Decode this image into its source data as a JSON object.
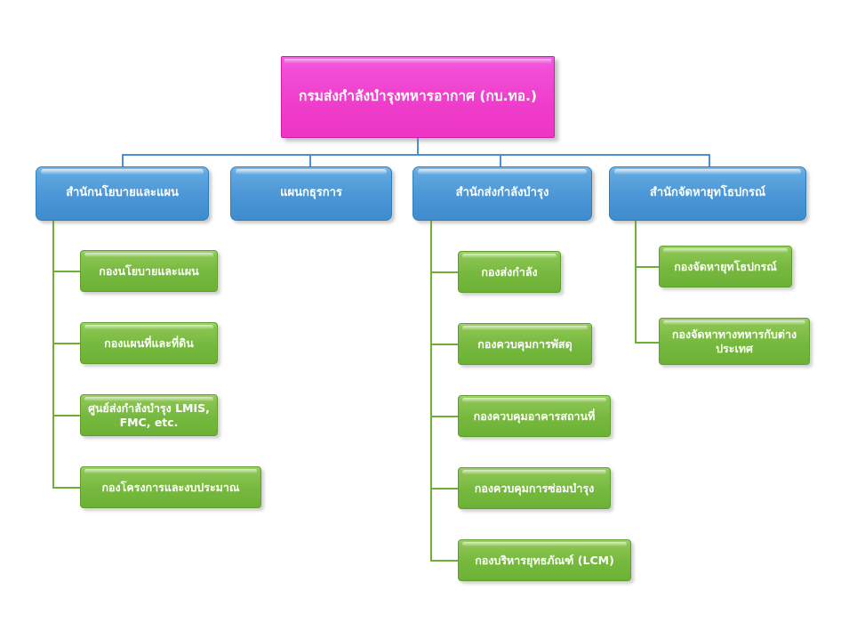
{
  "chart": {
    "title": "กรมส่งกำลังบำรุงทหารอากาศ (กบ.ทอ.)",
    "colors": {
      "root": "#ef3dcb",
      "level2": "#4a96d6",
      "level3": "#77b93f",
      "connector_blue": "#4a90d9",
      "connector_green": "#6cb136",
      "background": "#ffffff",
      "text": "#ffffff"
    }
  },
  "root": {
    "label": "กรมส่งกำลังบำรุงทหารอากาศ (กบ.ทอ.)"
  },
  "branches": [
    {
      "label": "สำนักนโยบายและแผน",
      "children": [
        {
          "label": "กองนโยบายและแผน"
        },
        {
          "label": "กองแผนที่และที่ดิน"
        },
        {
          "label": "ศูนย์ส่งกำลังบำรุง LMIS, FMC, etc."
        },
        {
          "label": "กองโครงการและงบประมาณ"
        }
      ]
    },
    {
      "label": "แผนกธุรการ",
      "children": []
    },
    {
      "label": "สำนักส่งกำลังบำรุง",
      "children": [
        {
          "label": "กองส่งกำลัง"
        },
        {
          "label": "กองควบคุมการพัสดุ"
        },
        {
          "label": "กองควบคุมอาคารสถานที่"
        },
        {
          "label": "กองควบคุมการซ่อมบำรุง"
        },
        {
          "label": "กองบริหารยุทธภัณฑ์ (LCM)"
        }
      ]
    },
    {
      "label": "สำนักจัดหายุทโธปกรณ์",
      "children": [
        {
          "label": "กองจัดหายุทโธปกรณ์"
        },
        {
          "label": "กองจัดหาทางทหารกับต่างประเทศ"
        }
      ]
    }
  ]
}
